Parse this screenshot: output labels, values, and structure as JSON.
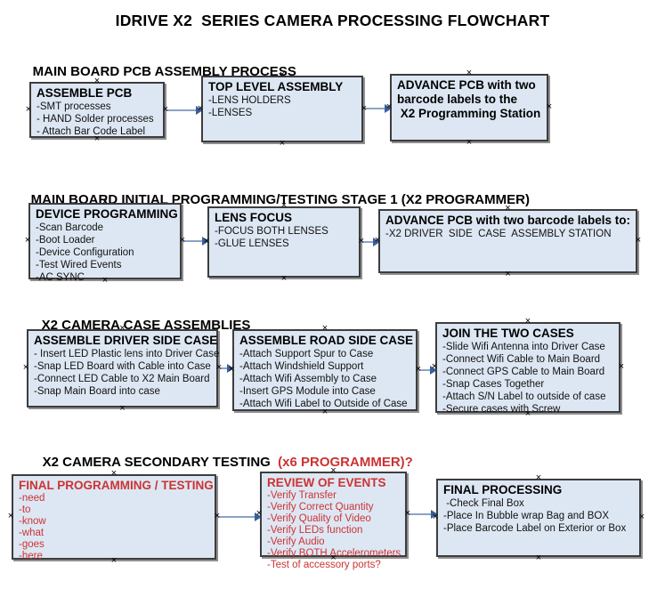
{
  "title": "IDRIVE X2  SERIES CAMERA PROCESSING FLOWCHART",
  "icons": {
    "selection_handle": "×",
    "arrow_head": "right-triangle"
  },
  "colors": {
    "box_fill": "#dde7f3",
    "box_border": "#3d3d3d",
    "box_shadow": "#8f8f8f",
    "arrow_line": "#8ca3c6",
    "arrow_head": "#3a5e9c",
    "red_text": "#cc3333",
    "black_text": "#111111"
  },
  "sections": [
    {
      "header": "MAIN BOARD PCB ASSEMBLY PROCESS",
      "boxes": [
        {
          "title": "ASSEMBLE PCB",
          "items": [
            "-SMT processes",
            "- HAND Solder processes",
            "- Attach Bar Code Label"
          ]
        },
        {
          "title": "TOP LEVEL ASSEMBLY",
          "items": [
            "-LENS HOLDERS",
            "-LENSES"
          ]
        },
        {
          "title": "ADVANCE PCB with two\nbarcode labels to the\n X2 Programming Station",
          "items": []
        }
      ]
    },
    {
      "header": "MAIN BOARD INITIAL PROGRAMMING/TESTING STAGE 1 (X2 PROGRAMMER)",
      "boxes": [
        {
          "title": "DEVICE PROGRAMMING",
          "items": [
            "-Scan Barcode",
            "-Boot Loader",
            "-Device Configuration",
            "-Test Wired Events",
            "-AC SYNC"
          ]
        },
        {
          "title": "LENS FOCUS",
          "items": [
            "-FOCUS BOTH LENSES",
            "-GLUE LENSES"
          ]
        },
        {
          "title": "ADVANCE PCB with two barcode labels to:",
          "items": [
            "-X2 DRIVER  SIDE  CASE  ASSEMBLY STATION"
          ]
        }
      ]
    },
    {
      "header": "X2 CAMERA CASE ASSEMBLIES",
      "boxes": [
        {
          "title": "ASSEMBLE DRIVER SIDE CASE",
          "items": [
            "- Insert LED Plastic lens into Driver Case",
            "-Snap LED Board with Cable into Case",
            "-Connect LED Cable to X2 Main Board",
            "-Snap Main Board into case"
          ]
        },
        {
          "title": "ASSEMBLE ROAD SIDE CASE",
          "items": [
            "-Attach Support Spur to Case",
            "-Attach Windshield Support",
            "-Attach Wifi Assembly to Case",
            "-Insert GPS Module into Case",
            "-Attach Wifi Label to Outside of Case"
          ]
        },
        {
          "title": "JOIN THE TWO CASES",
          "items": [
            "-Slide Wifi Antenna into Driver Case",
            "-Connect Wifi Cable to Main Board",
            "-Connect GPS Cable to Main Board",
            "-Snap Cases Together",
            "-Attach S/N Label to outside of case",
            "-Secure cases with Screw"
          ]
        }
      ]
    },
    {
      "header": "X2 CAMERA SECONDARY TESTING  ",
      "header_red": "(x6 PROGRAMMER)?",
      "boxes": [
        {
          "title": "FINAL PROGRAMMING / TESTING",
          "items": [
            "-need",
            "-to",
            "-know",
            "-what",
            "-goes",
            "-here"
          ]
        },
        {
          "title": "REVIEW OF EVENTS",
          "items": [
            "-Verify Transfer",
            "-Verify Correct Quantity",
            "-Verify Quality of Video",
            "-Verify LEDs function",
            "-Verify Audio",
            "-Verify BOTH Accelerometers",
            "-Test of accessory ports?"
          ]
        },
        {
          "title": "FINAL PROCESSING",
          "items": [
            " -Check Final Box",
            "-Place In Bubble wrap Bag and BOX",
            "-Place Barcode Label on Exterior or Box"
          ]
        }
      ]
    }
  ]
}
